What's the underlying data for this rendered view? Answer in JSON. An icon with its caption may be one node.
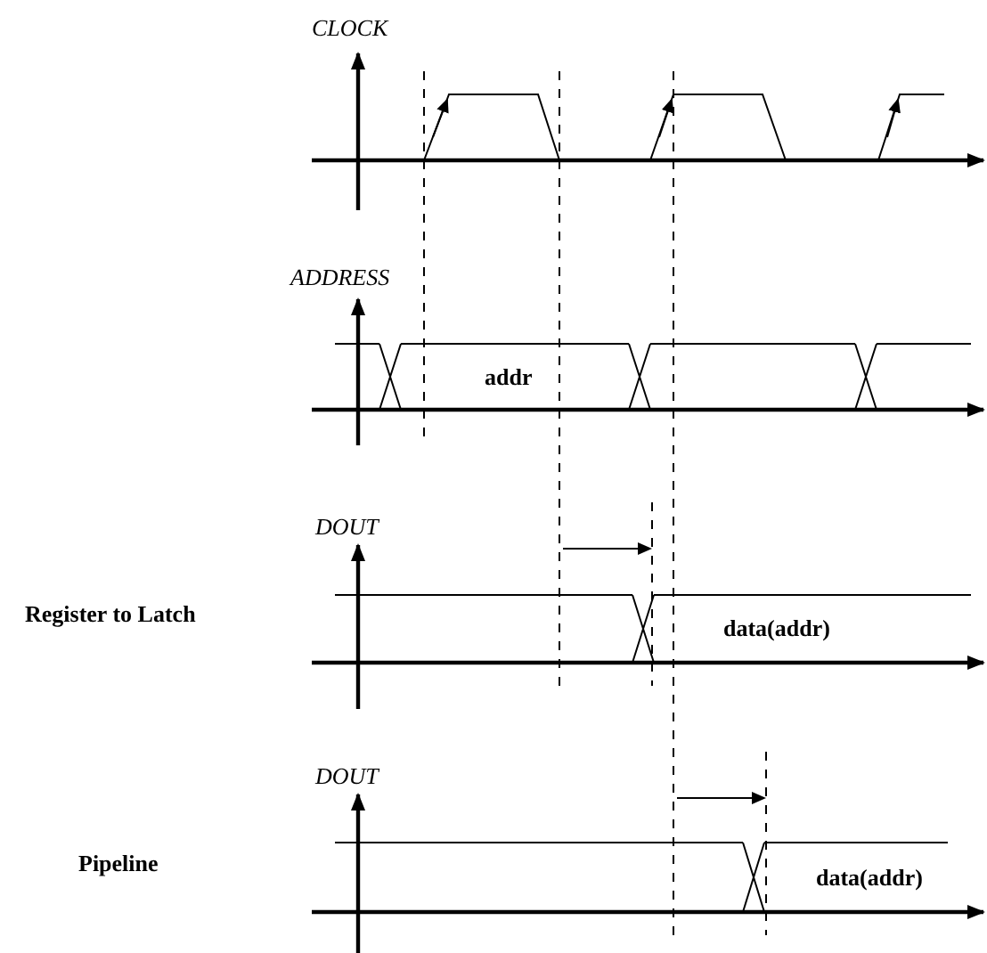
{
  "diagram": {
    "labels": [
      "CLOCK",
      "ADDRESS",
      "addr",
      "DOUT",
      "Register to Latch",
      "data(addr)",
      "DOUT",
      "Pipeline",
      "data(addr)"
    ]
  }
}
